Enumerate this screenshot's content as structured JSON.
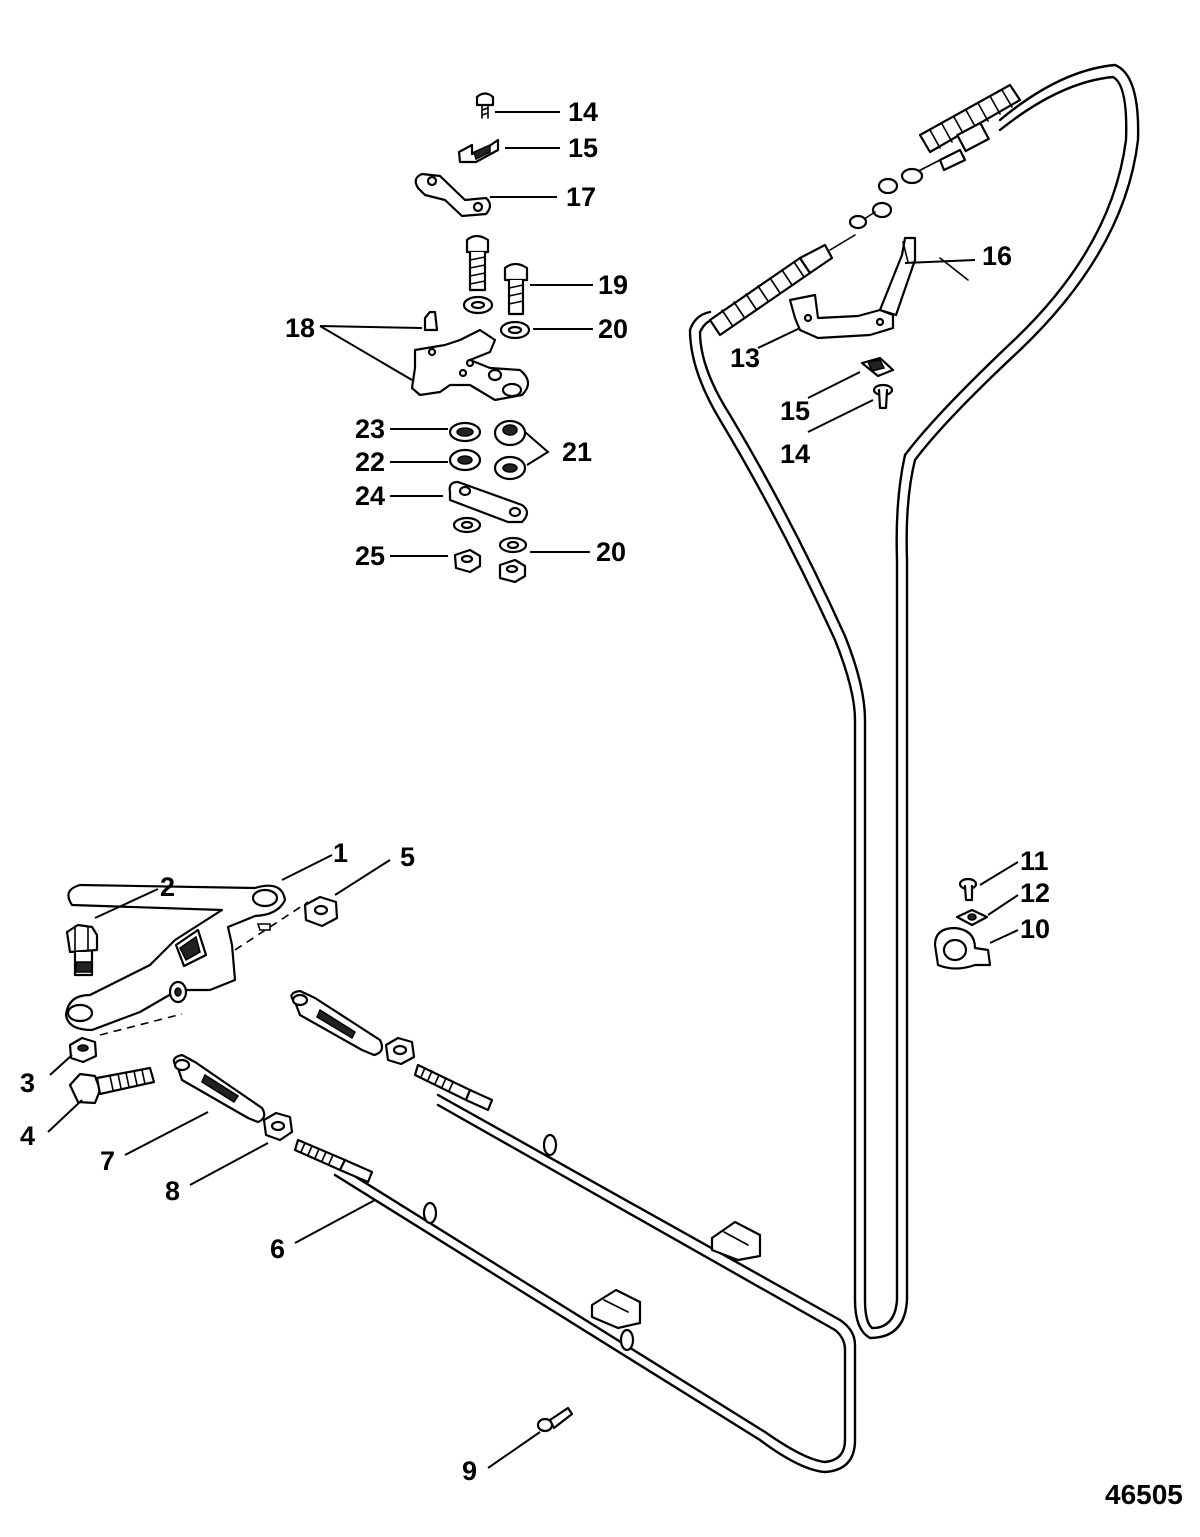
{
  "callouts": {
    "c1": "1",
    "c2": "2",
    "c3": "3",
    "c4": "4",
    "c5": "5",
    "c6": "6",
    "c7": "7",
    "c8": "8",
    "c9": "9",
    "c10": "10",
    "c11": "11",
    "c12": "12",
    "c13": "13",
    "c14a": "14",
    "c14b": "14",
    "c15a": "15",
    "c15b": "15",
    "c16": "16",
    "c17": "17",
    "c18": "18",
    "c19": "19",
    "c20a": "20",
    "c20b": "20",
    "c21": "21",
    "c22": "22",
    "c23": "23",
    "c24": "24",
    "c25": "25"
  },
  "figure_number": "46505"
}
